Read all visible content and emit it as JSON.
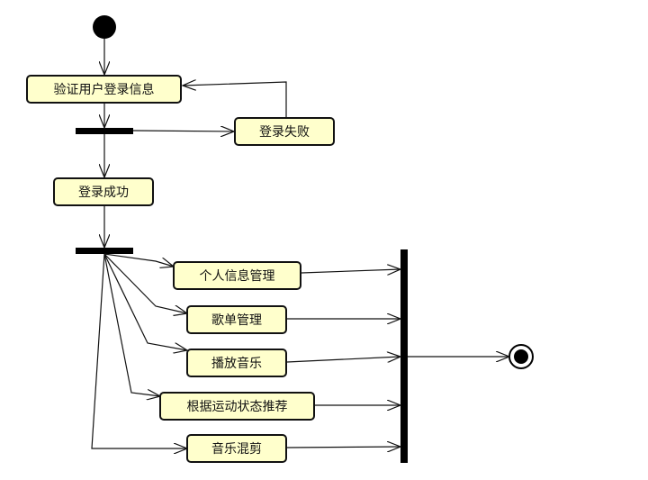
{
  "diagram": {
    "nodes": {
      "verify": "验证用户登录信息",
      "fail": "登录失败",
      "success": "登录成功",
      "profile": "个人信息管理",
      "playlist": "歌单管理",
      "play": "播放音乐",
      "recommend": "根据运动状态推荐",
      "mix": "音乐混剪"
    }
  }
}
